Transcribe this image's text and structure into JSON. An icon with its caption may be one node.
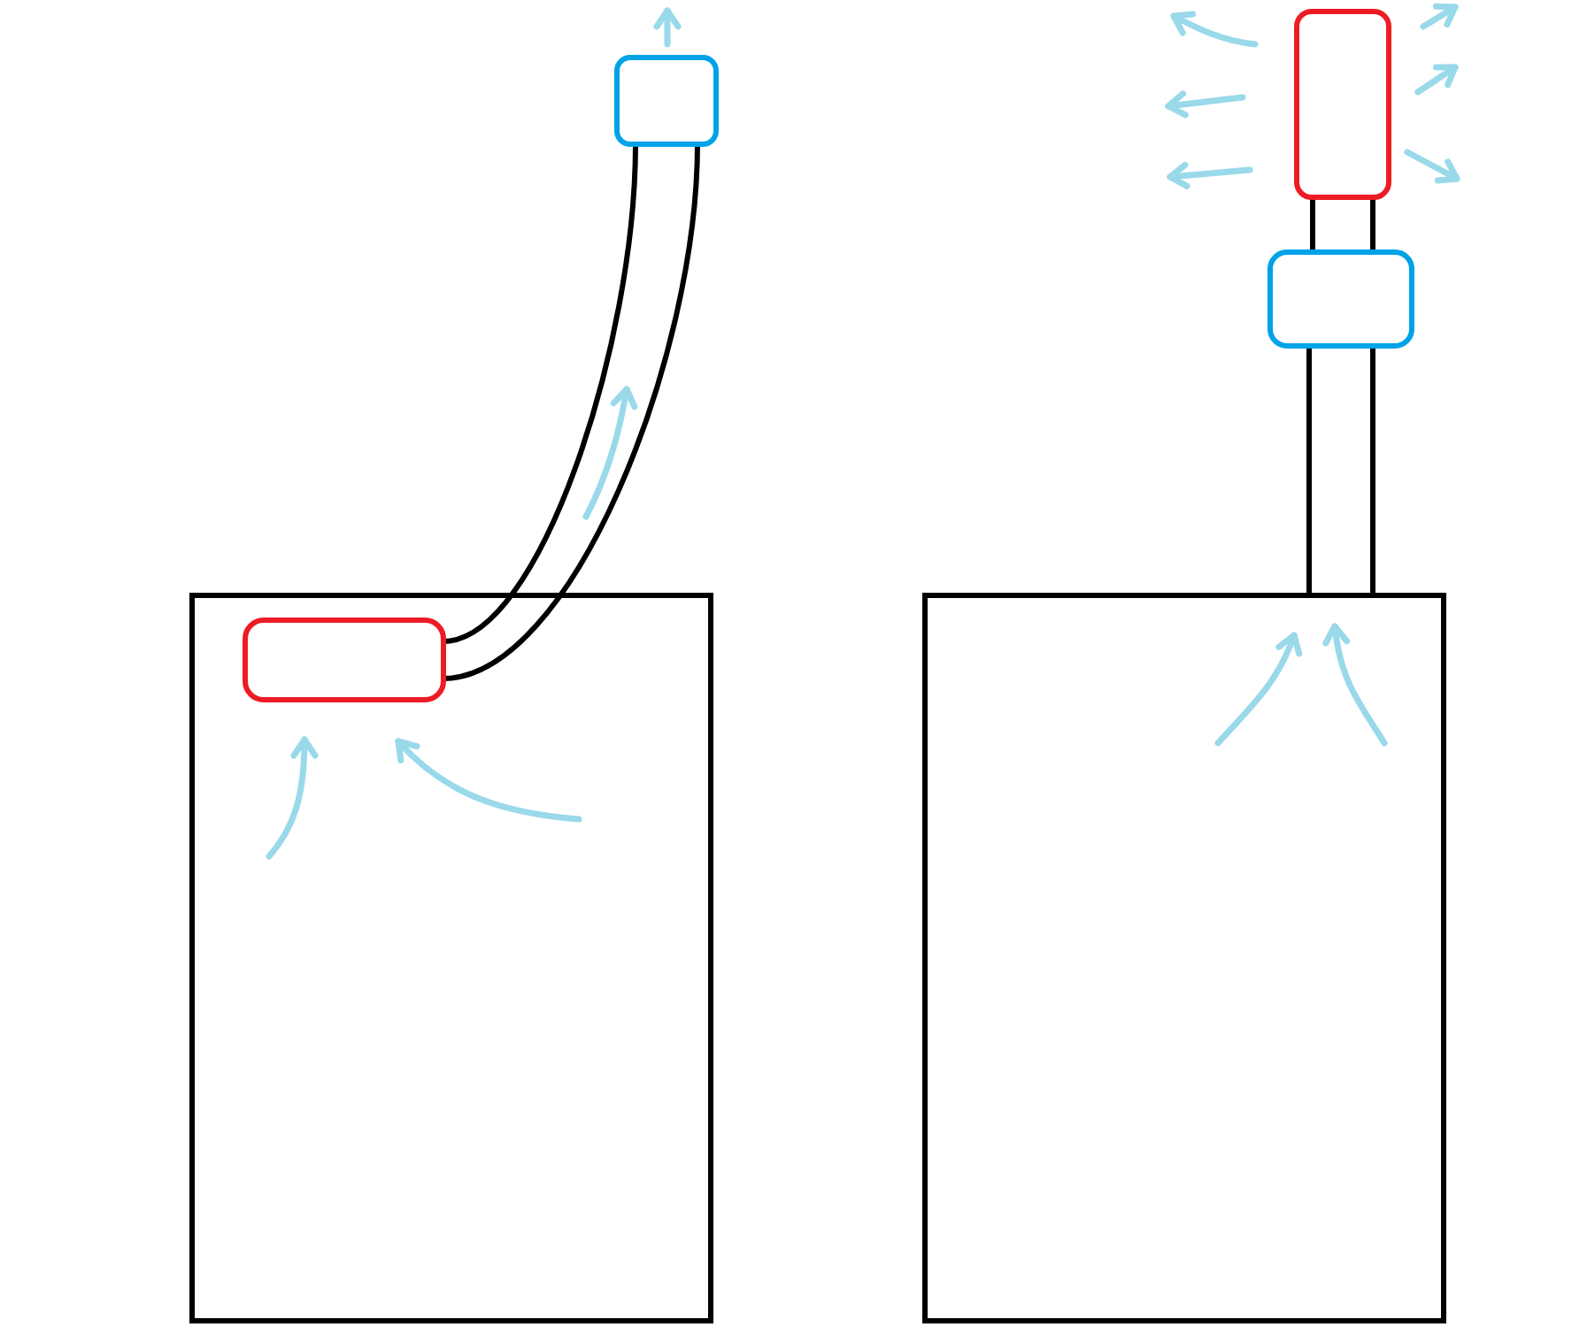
{
  "diagram": {
    "nodes": [
      {
        "text": [],
        "shape": "box"
      },
      {
        "text": [],
        "shape": "box",
        "in": 0
      },
      {
        "text": [],
        "shape": "box"
      },
      {
        "text": [],
        "shape": "box"
      },
      {
        "text": [],
        "shape": "box"
      },
      {
        "text": [],
        "shape": "box"
      }
    ],
    "edges": [
      {
        "from": 1,
        "to": 2,
        "arrow": "none"
      },
      {
        "from": 3,
        "to": 4,
        "arrow": "none"
      },
      {
        "from": 4,
        "to": 5,
        "arrow": "none"
      }
    ]
  }
}
